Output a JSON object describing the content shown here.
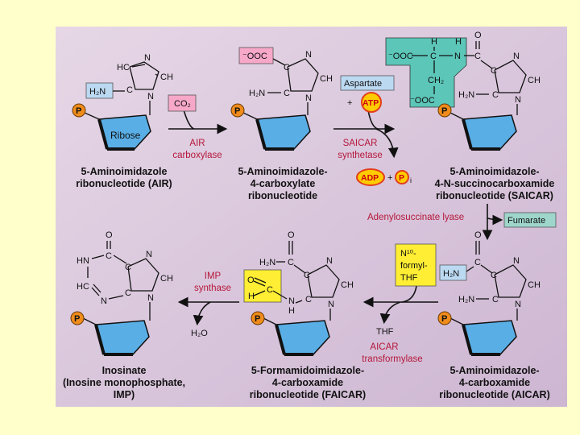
{
  "colors": {
    "background": "#ffffcc",
    "panel": "#d9c6dc",
    "enzyme_text": "#b5183a",
    "sugar_fill": "#5aaee6",
    "phosphate": "#f08c1c",
    "amine_box": "#bcd9f2",
    "carboxylate_box": "#f7a8c8",
    "saicar_box": "#5cc6b8",
    "formyl_box": "#ffee33",
    "aspartate_box": "#bcd9f2",
    "fumarate_box": "#9ed6cc",
    "atp": "#ffcc00"
  },
  "atoms": {
    "N": "N",
    "C": "C",
    "H": "H",
    "O": "O",
    "HC": "HC",
    "CH": "CH",
    "HN": "HN",
    "H2N": "H₂N",
    "CH2": "CH₂",
    "P": "P",
    "OOC": "⁻OOC",
    "NH": "N"
  },
  "ribose": "Ribose",
  "co2": "CO₂",
  "labels": {
    "air": [
      "5-Aminoimidazole",
      "ribonucleotide (AIR)"
    ],
    "cair": [
      "5-Aminoimidazole-",
      "4-carboxylate",
      "ribonucleotide"
    ],
    "saicar": [
      "5-Aminoimidazole-",
      "4-N-succinocarboxamide",
      "ribonucleotide (SAICAR)"
    ],
    "aicar": [
      "5-Aminoimidazole-",
      "4-carboxamide",
      "ribonucleotide (AICAR)"
    ],
    "faicar": [
      "5-Formamidoimidazole-",
      "4-carboxamide",
      "ribonucleotide (FAICAR)"
    ],
    "imp": [
      "Inosinate",
      "(Inosine monophosphate,",
      "IMP)"
    ]
  },
  "enzymes": {
    "air_carboxylase": [
      "AIR",
      "carboxylase"
    ],
    "saicar_synthetase": [
      "SAICAR",
      "synthetase"
    ],
    "adenylosuccinate_lyase": "Adenylosuccinate lyase",
    "aicar_transformylase": [
      "AICAR",
      "transformylase"
    ],
    "imp_synthase": [
      "IMP",
      "synthase"
    ]
  },
  "reagents": {
    "aspartate": "Aspartate",
    "plus": "+",
    "atp": "ATP",
    "adp": "ADP",
    "pi": "P",
    "pi_sub": "i",
    "fumarate": "Fumarate",
    "thf": "THF",
    "formyl_thf": [
      "N¹⁰-",
      "formyl-",
      "THF"
    ],
    "h2o": "H₂O"
  }
}
